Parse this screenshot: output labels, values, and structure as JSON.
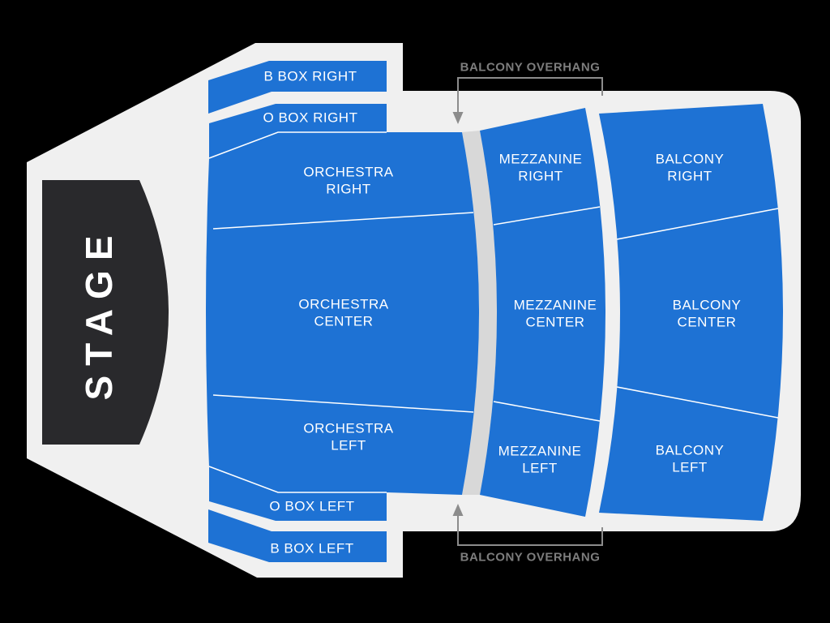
{
  "colors": {
    "background": "#000000",
    "venue": "#f0f0f0",
    "aisle": "#d8d8d8",
    "stage": "#29292c",
    "section_blue": "#1e72d4",
    "divider": "#ffffff",
    "label_text": "#ffffff",
    "overhang_text": "#7d7d7d",
    "overhang_line": "#8c8c8c"
  },
  "stage": {
    "label": "STAGE"
  },
  "overhang": {
    "top_label": "BALCONY OVERHANG",
    "bottom_label": "BALCONY OVERHANG"
  },
  "sections": {
    "b_box_right": {
      "label": "B BOX RIGHT"
    },
    "o_box_right": {
      "label": "O BOX RIGHT"
    },
    "orchestra_right": {
      "line1": "ORCHESTRA",
      "line2": "RIGHT"
    },
    "orchestra_center": {
      "line1": "ORCHESTRA",
      "line2": "CENTER"
    },
    "orchestra_left": {
      "line1": "ORCHESTRA",
      "line2": "LEFT"
    },
    "o_box_left": {
      "label": "O BOX LEFT"
    },
    "b_box_left": {
      "label": "B BOX LEFT"
    },
    "mezzanine_right": {
      "line1": "MEZZANINE",
      "line2": "RIGHT"
    },
    "mezzanine_center": {
      "line1": "MEZZANINE",
      "line2": "CENTER"
    },
    "mezzanine_left": {
      "line1": "MEZZANINE",
      "line2": "LEFT"
    },
    "balcony_right": {
      "line1": "BALCONY",
      "line2": "RIGHT"
    },
    "balcony_center": {
      "line1": "BALCONY",
      "line2": "CENTER"
    },
    "balcony_left": {
      "line1": "BALCONY",
      "line2": "LEFT"
    }
  }
}
